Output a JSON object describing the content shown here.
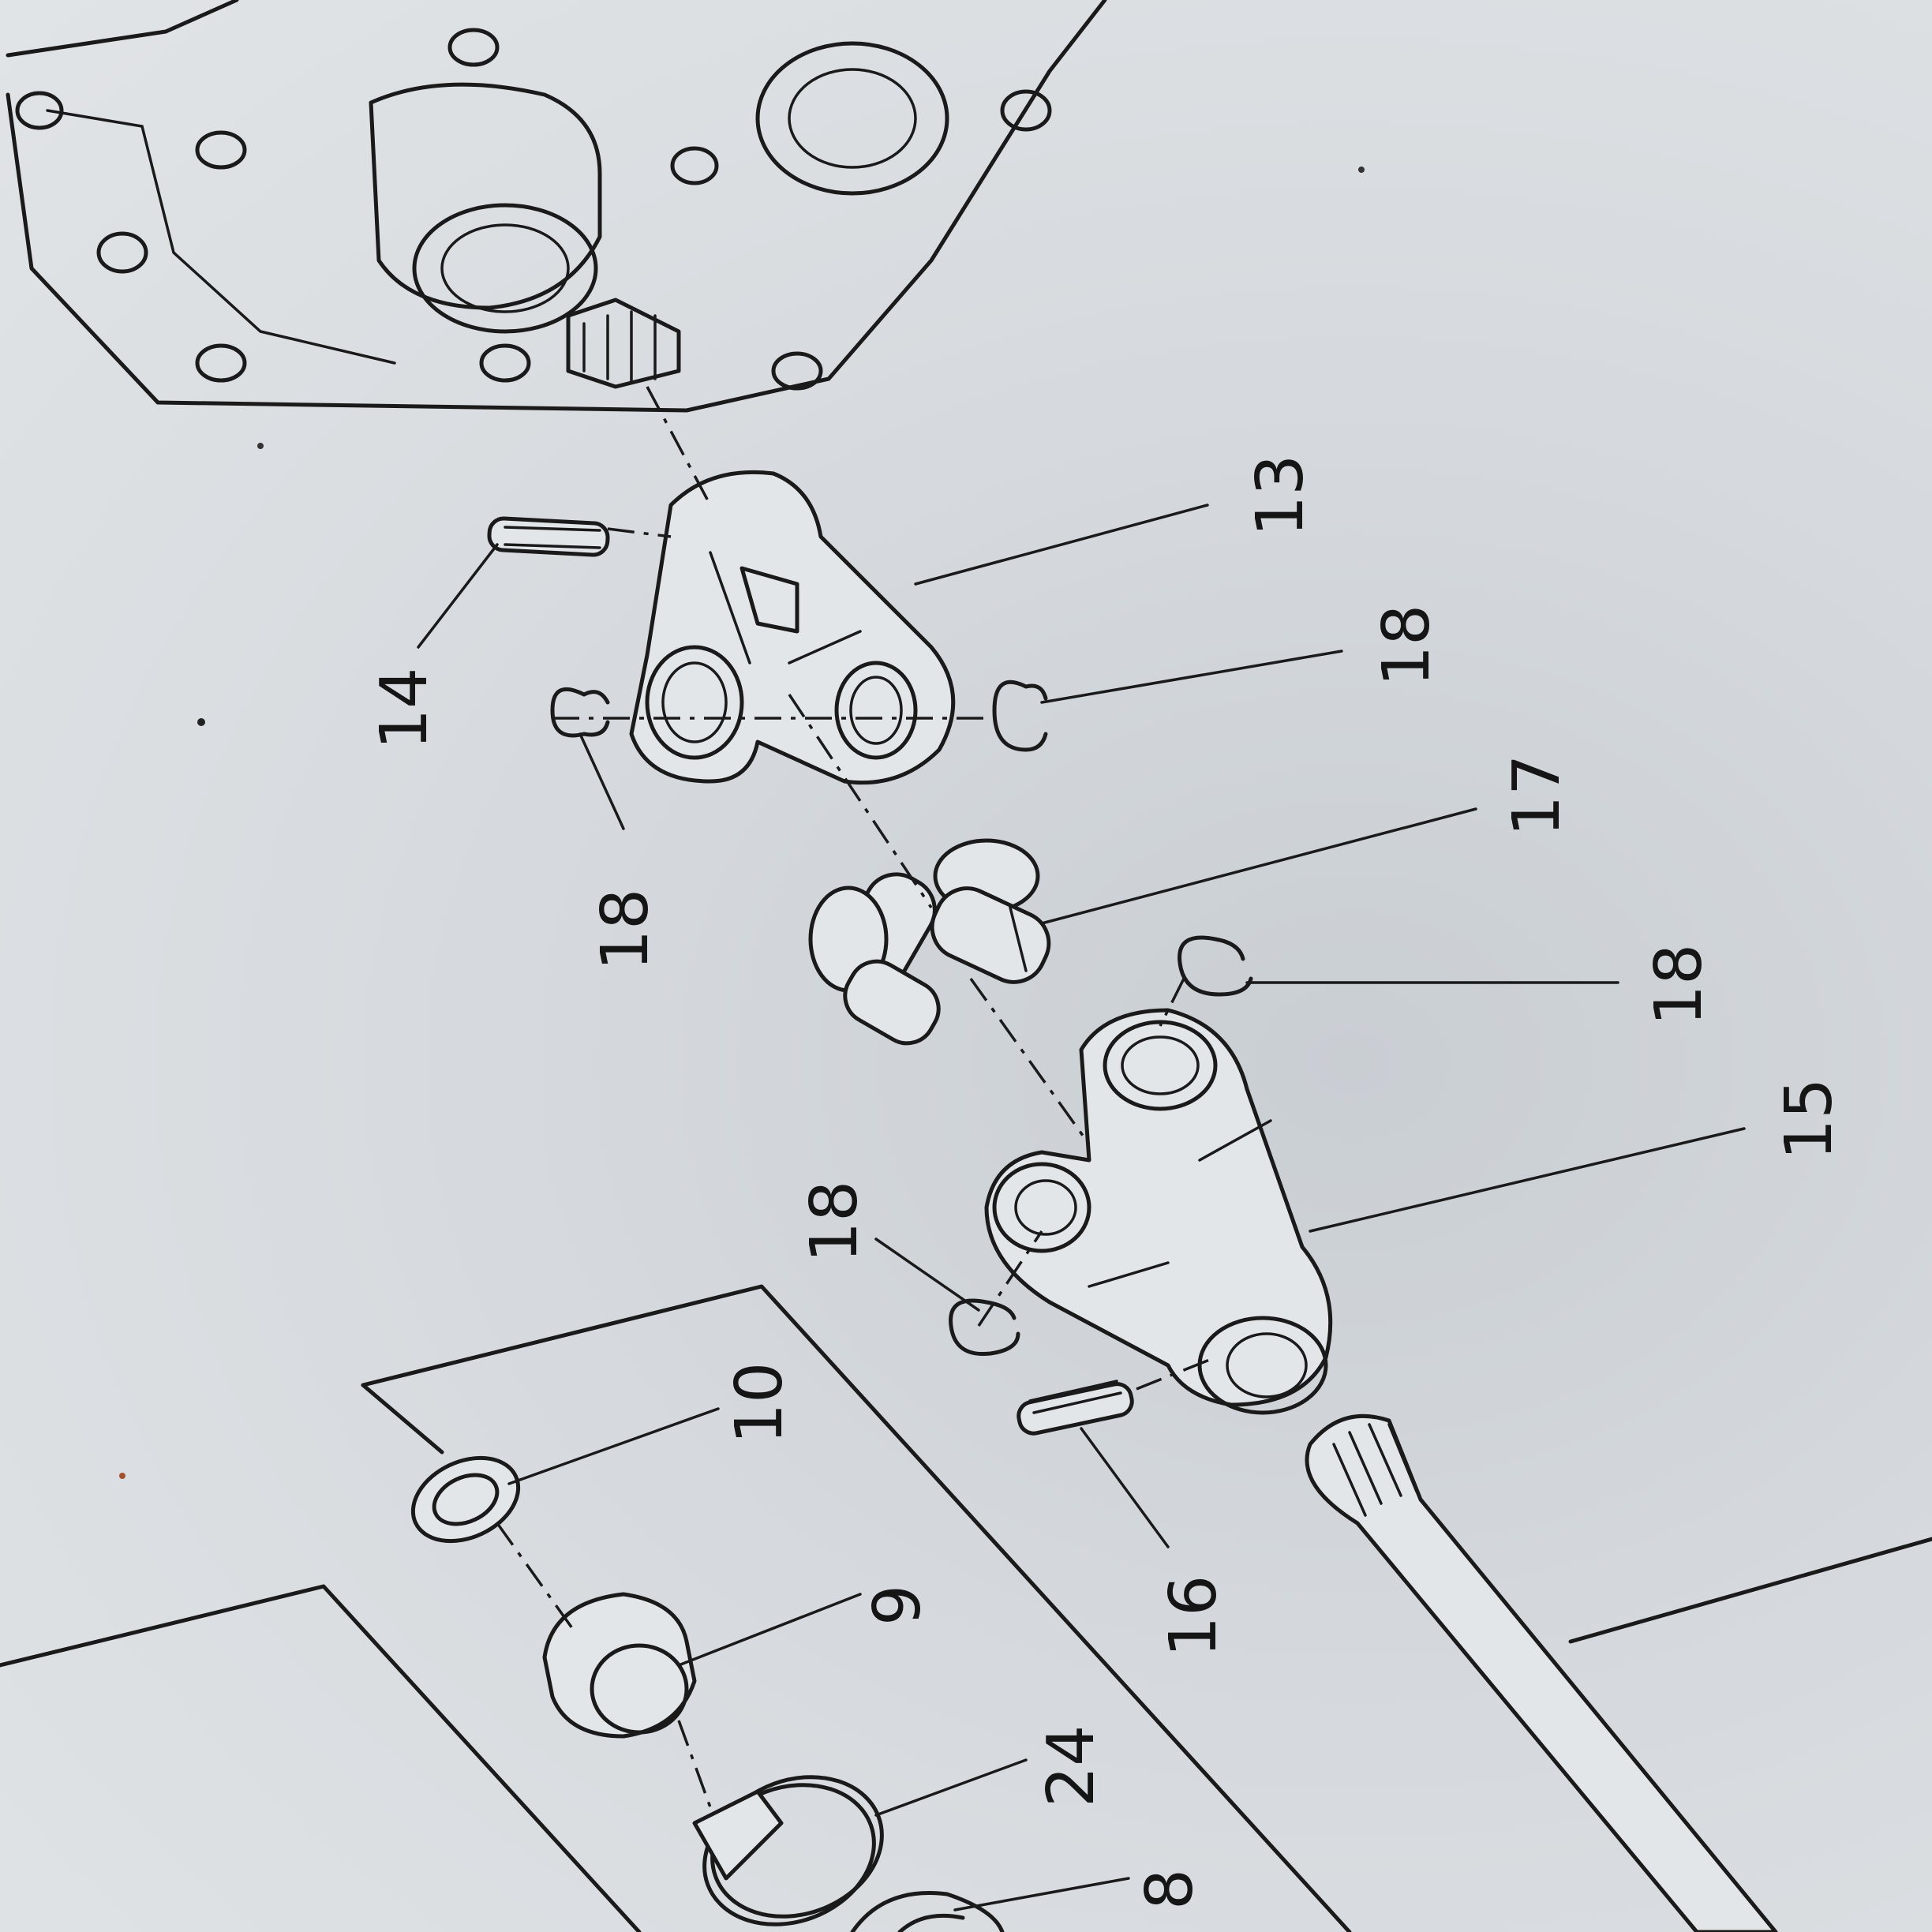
{
  "diagram": {
    "callouts": [
      {
        "id": "c13",
        "text": "13"
      },
      {
        "id": "c14",
        "text": "14"
      },
      {
        "id": "c18a",
        "text": "18"
      },
      {
        "id": "c18b",
        "text": "18"
      },
      {
        "id": "c17",
        "text": "17"
      },
      {
        "id": "c18c",
        "text": "18"
      },
      {
        "id": "c15",
        "text": "15"
      },
      {
        "id": "c18d",
        "text": "18"
      },
      {
        "id": "c10",
        "text": "10"
      },
      {
        "id": "c9",
        "text": "9"
      },
      {
        "id": "c16",
        "text": "16"
      },
      {
        "id": "c24",
        "text": "24"
      },
      {
        "id": "c8",
        "text": "8"
      }
    ]
  }
}
